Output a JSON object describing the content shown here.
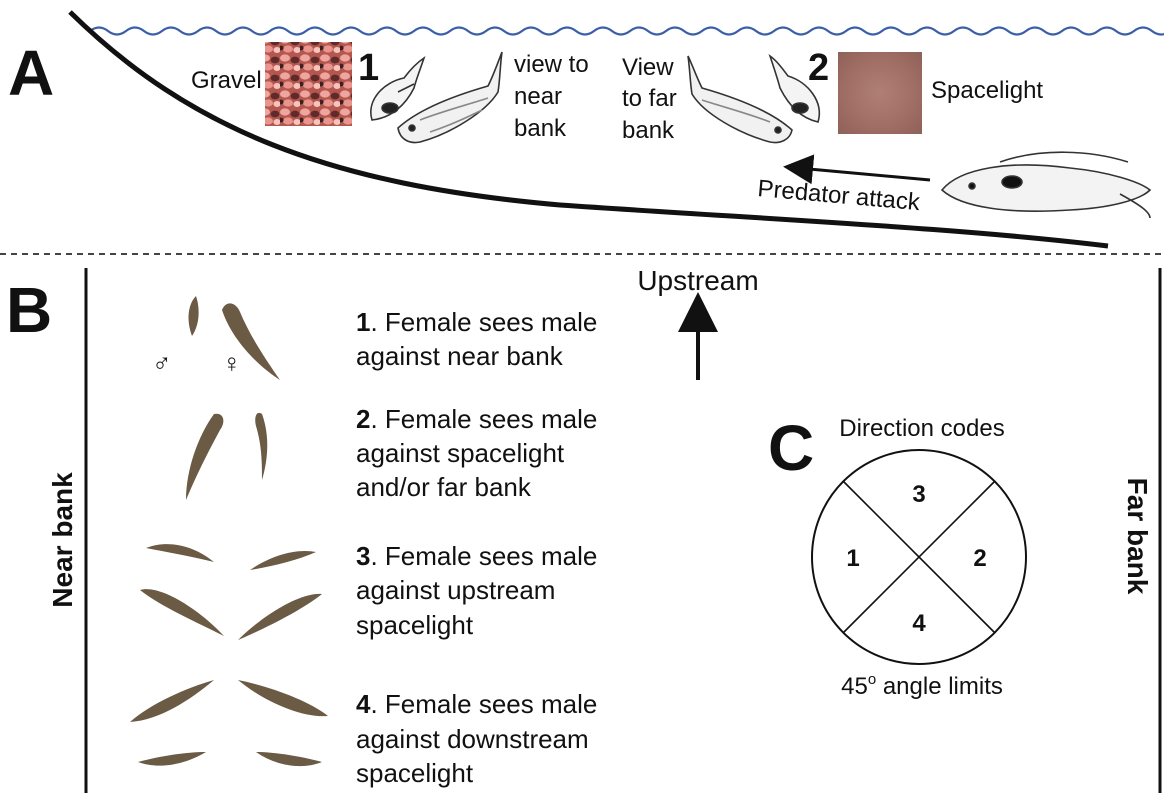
{
  "panel_a": {
    "letter": "A",
    "gravel_label": "Gravel",
    "view1_number": "1",
    "view1_text": [
      "view to",
      "near",
      "bank"
    ],
    "view2_text": [
      "View",
      "to far",
      "bank"
    ],
    "view2_number": "2",
    "spacelight_label": "Spacelight",
    "predator_label": "Predator attack",
    "colors": {
      "water_surface": "#3a5fa8",
      "gravel": "#c96f63",
      "spacelight_patch": "#a9786e"
    }
  },
  "panel_b": {
    "letter": "B",
    "near_bank_label": "Near bank",
    "upstream_label": "Upstream",
    "male_symbol": "♂",
    "female_symbol": "♀",
    "conditions": [
      {
        "num": "1",
        "lines": [
          ". Female sees male",
          "against near bank"
        ]
      },
      {
        "num": "2",
        "lines": [
          ". Female sees male",
          "against spacelight",
          "and/or far bank"
        ]
      },
      {
        "num": "3",
        "lines": [
          ". Female sees male",
          "against upstream",
          "spacelight"
        ]
      },
      {
        "num": "4",
        "lines": [
          ". Female sees male",
          "against downstream",
          "spacelight"
        ]
      }
    ]
  },
  "panel_c": {
    "letter": "C",
    "title": "Direction codes",
    "codes": {
      "top": "3",
      "left": "1",
      "right": "2",
      "bottom": "4"
    },
    "angle_value": "45",
    "angle_superscript": "o",
    "angle_text": " angle limits"
  },
  "far_bank_label": "Far bank"
}
